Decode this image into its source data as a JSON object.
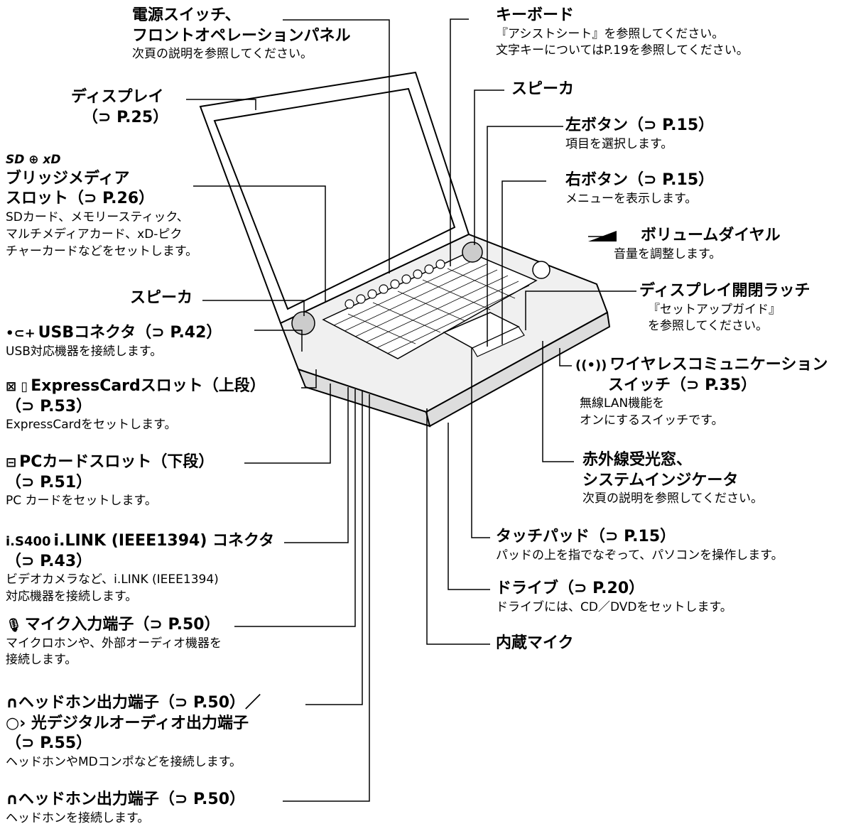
{
  "callouts": {
    "power": {
      "title1": "電源スイッチ、",
      "title2": "フロントオペレーションパネル",
      "desc": "次頁の説明を参照してください。"
    },
    "display": {
      "title": "ディスプレイ",
      "ref": "（⊃ P.25）"
    },
    "bridge": {
      "icons": "SD ⊕ xD",
      "title1": "ブリッジメディア",
      "title2": "スロット（⊃ P.26）",
      "desc1": "SDカード、メモリースティック、",
      "desc2": "マルチメディアカード、xD-ピク",
      "desc3": "チャーカードなどをセットします。"
    },
    "speaker_left": {
      "title": "スピーカ"
    },
    "usb": {
      "icon": "•⊂+",
      "title": "USBコネクタ（⊃ P.42）",
      "desc": "USB対応機器を接続します。"
    },
    "expresscard": {
      "icon": "⊠ ▯",
      "title": "ExpressCardスロット（上段）",
      "ref": "（⊃ P.53）",
      "desc": "ExpressCardをセットします。"
    },
    "pccard": {
      "icon": "⊟",
      "title": "PCカードスロット（下段）",
      "ref": "（⊃ P.51）",
      "desc": "PC カードをセットします。"
    },
    "ilink": {
      "icon": "i.S400",
      "title": "i.LINK (IEEE1394) コネクタ",
      "ref": "（⊃ P.43）",
      "desc1": "ビデオカメラなど、i.LINK (IEEE1394)",
      "desc2": "対応機器を接続します。"
    },
    "mic": {
      "icon": "🎙",
      "title": "マイク入力端子（⊃ P.50）",
      "desc1": "マイクロホンや、外部オーディオ機器を",
      "desc2": "接続します。"
    },
    "headphone_optical": {
      "title1": "∩ヘッドホン出力端子（⊃ P.50）／",
      "title2": "○› 光デジタルオーディオ出力端子",
      "ref": "（⊃ P.55）",
      "desc": "ヘッドホンやMDコンポなどを接続します。"
    },
    "headphone": {
      "title": "∩ヘッドホン出力端子（⊃ P.50）",
      "desc": "ヘッドホンを接続します。"
    },
    "keyboard": {
      "title": "キーボード",
      "desc1": "『アシストシート』を参照してください。",
      "desc2": "文字キーについてはP.19を参照してください。"
    },
    "speaker_right": {
      "title": "スピーカ"
    },
    "left_button": {
      "title": "左ボタン（⊃ P.15）",
      "desc": "項目を選択します。"
    },
    "right_button": {
      "title": "右ボタン（⊃ P.15）",
      "desc": "メニューを表示します。"
    },
    "volume": {
      "title": "ボリュームダイヤル",
      "desc": "音量を調整します。"
    },
    "latch": {
      "title": "ディスプレイ開閉ラッチ",
      "desc1": "『セットアップガイド』",
      "desc2": "を参照してください。"
    },
    "wireless": {
      "icon": "((•))",
      "title1": "ワイヤレスコミュニケーション",
      "title2": "スイッチ（⊃ P.35）",
      "desc1": "無線LAN機能を",
      "desc2": "オンにするスイッチです。"
    },
    "infrared": {
      "title1": "赤外線受光窓、",
      "title2": "システムインジケータ",
      "desc": "次頁の説明を参照してください。"
    },
    "touchpad": {
      "title": "タッチパッド（⊃ P.15）",
      "desc": "パッドの上を指でなぞって、パソコンを操作します。"
    },
    "drive": {
      "title": "ドライブ（⊃ P.20）",
      "desc": "ドライブには、CD／DVDをセットします。"
    },
    "internal_mic": {
      "title": "内蔵マイク"
    }
  }
}
